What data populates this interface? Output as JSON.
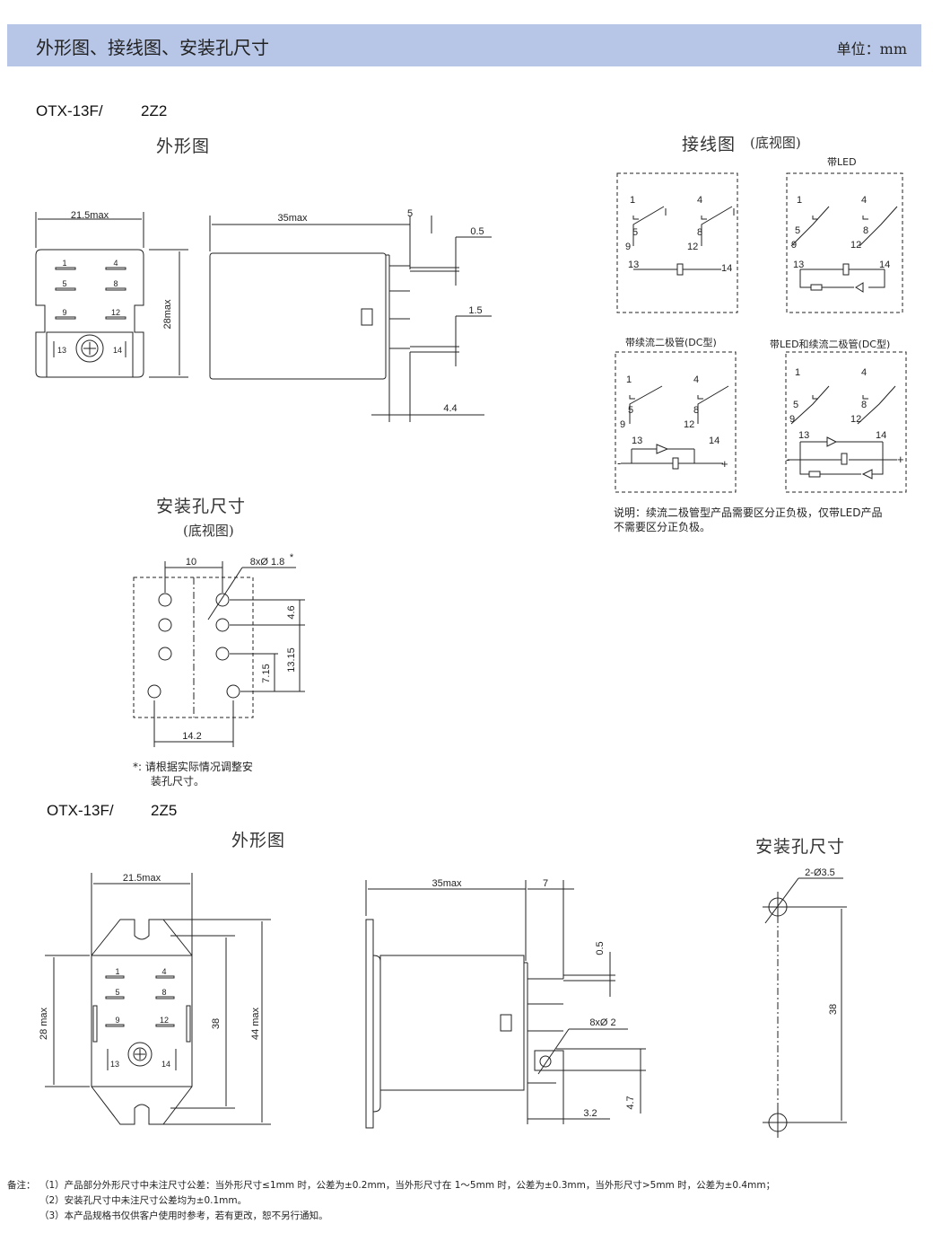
{
  "header": {
    "title": "外形图、接线图、安装孔尺寸",
    "unit": "单位：mm"
  },
  "model1": {
    "name": "OTX-13F/",
    "suffix": "2Z2",
    "outline_title": "外形图",
    "wiring_title": "接线图",
    "wiring_subtitle": "(底视图)",
    "mount_title": "安装孔尺寸",
    "mount_subtitle": "(底视图)",
    "dims": {
      "w": "21.5max",
      "h": "28max",
      "len": "35max",
      "pin": "5",
      "t1": "0.5",
      "t2": "1.5",
      "t3": "4.4"
    },
    "mount_dims": {
      "pitch": "10",
      "holes": "8xØ 1.8",
      "star": "*",
      "v1": "4.6",
      "v2": "13.15",
      "v3": "7.15",
      "bottom": "14.2"
    },
    "mount_note1": "*:  请根据实际情况调整安",
    "mount_note2": "装孔尺寸。",
    "pins": [
      "1",
      "4",
      "5",
      "8",
      "9",
      "12",
      "13",
      "14"
    ],
    "wiring_caps": {
      "led": "带LED",
      "diode": "带续流二极管(DC型)",
      "both": "带LED和续流二极管(DC型)"
    },
    "wiring_note1": "说明：续流二极管型产品需要区分正负极，仅带LED产品",
    "wiring_note2": "不需要区分正负极。",
    "polarity": {
      "minus": "-",
      "plus": "+"
    }
  },
  "model2": {
    "name": "OTX-13F/",
    "suffix": "2Z5",
    "outline_title": "外形图",
    "mount_title": "安装孔尺寸",
    "dims": {
      "w": "21.5max",
      "h28": "28 max",
      "h38": "38",
      "h44": "44 max",
      "len": "35max",
      "pin": "7",
      "t1": "0.5",
      "holes": "8xØ 2",
      "t2": "4.7",
      "t3": "3.2"
    },
    "mount_dims": {
      "holes": "2-Ø3.5",
      "pitch": "38"
    }
  },
  "footnotes": {
    "label": "备注：",
    "n1": "（1）产品部分外形尺寸中未注尺寸公差：当外形尺寸≤1mm 时，公差为±0.2mm，当外形尺寸在 1～5mm 时，公差为±0.3mm，当外形尺寸>5mm 时，公差为±0.4mm；",
    "n2": "（2）安装孔尺寸中未注尺寸公差均为±0.1mm。",
    "n3": "（3）本产品规格书仅供客户使用时参考，若有更改，恕不另行通知。"
  }
}
